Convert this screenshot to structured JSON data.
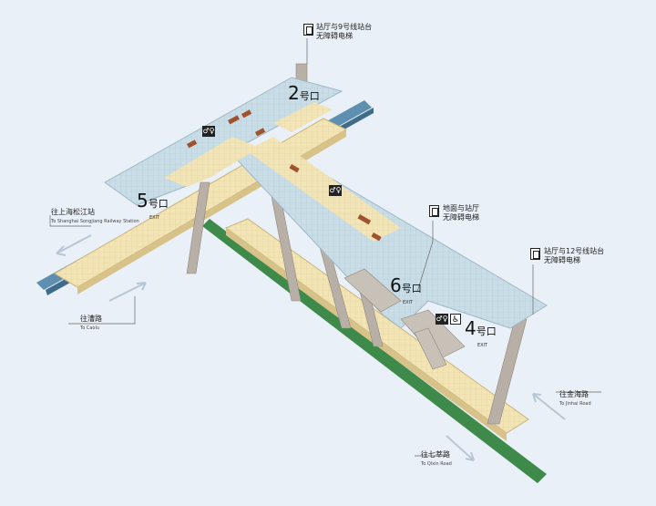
{
  "exits": [
    {
      "num": "2",
      "suffix": "号口",
      "sub": ""
    },
    {
      "num": "5",
      "suffix": "号口",
      "sub": "EXIT"
    },
    {
      "num": "6",
      "suffix": "号口",
      "sub": "EXIT"
    },
    {
      "num": "4",
      "suffix": "号口",
      "sub": "EXIT"
    }
  ],
  "elevators": [
    {
      "line1": "站厅与9号线站台",
      "line2": "无障碍电梯"
    },
    {
      "line1": "地面与站厅",
      "line2": "无障碍电梯"
    },
    {
      "line1": "站厅与12号线站台",
      "line2": "无障碍电梯"
    }
  ],
  "directions": [
    {
      "cn": "往上海松江站",
      "en": "To Shanghai Songjiang Railway Station"
    },
    {
      "cn": "往漕路",
      "en": "To Caolu"
    },
    {
      "cn": "往金海路",
      "en": "To Jinhai Road"
    },
    {
      "cn": "往七莘路",
      "en": "To Qixin Road"
    }
  ],
  "facility_icons": {
    "wc": "toilet-icon",
    "access": "wheelchair-icon",
    "elevator": "elevator-icon"
  },
  "colors": {
    "concourse": "#c9dde6",
    "platform": "#f3e4b5",
    "track_blue": "#5f8fb0",
    "track_green": "#3e8a4a",
    "stairs": "#a0522d",
    "column": "#b8b0a6"
  }
}
